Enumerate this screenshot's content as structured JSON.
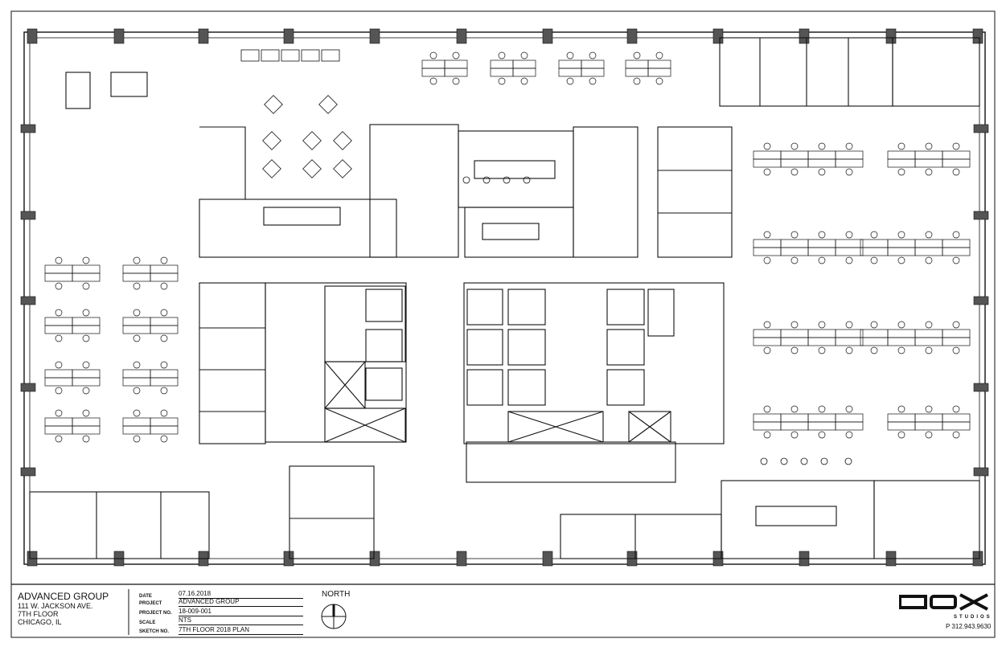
{
  "title_block": {
    "client": {
      "name": "ADVANCED GROUP",
      "address_line1": "111 W. JACKSON AVE.",
      "address_line2": "7TH FLOOR",
      "address_line3": "CHICAGO, IL"
    },
    "fields": [
      {
        "label": "DATE",
        "value": "07.16.2018"
      },
      {
        "label": "PROJECT",
        "value": "ADVANCED GROUP"
      },
      {
        "label": "PROJECT NO.",
        "value": "18-009-001"
      },
      {
        "label": "SCALE",
        "value": "NTS"
      },
      {
        "label": "SKETCH NO.",
        "value": "7TH FLOOR 2018 PLAN"
      }
    ],
    "north_label": "NORTH",
    "studio": {
      "logo_text": "BOX",
      "subtitle": "STUDIOS",
      "phone": "P 312.943.9630"
    }
  },
  "colors": {
    "line": "#111111",
    "column": "#555555",
    "background": "#ffffff"
  }
}
